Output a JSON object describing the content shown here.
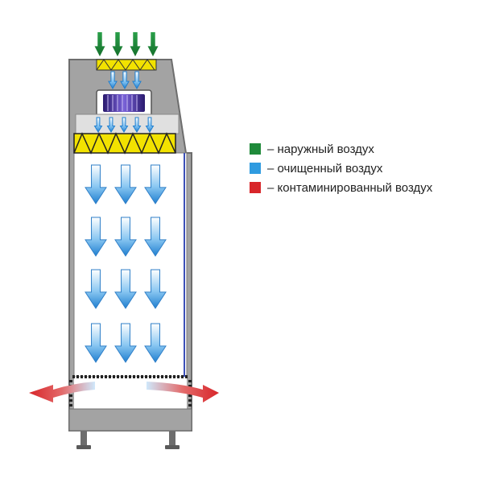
{
  "legend": [
    {
      "label": "– наружный воздух",
      "color": "#1f8a3a"
    },
    {
      "label": "– очищенный воздух",
      "color": "#2f9be0"
    },
    {
      "label": "– контаминированный воздух",
      "color": "#d8262a"
    }
  ],
  "colors": {
    "outside_air": "#1f8a3a",
    "clean_air": "#2f9be0",
    "contaminated_air": "#d8262a",
    "cabinet_body": "#a3a3a3",
    "filter_yellow": "#f2e200",
    "fan_purple": "#4b2fa0"
  },
  "icons": {
    "outside_air_arrow": "arrow-down-icon",
    "clean_air_arrow": "arrow-down-icon",
    "exhaust_arrow": "curved-arrow-icon",
    "fan": "fan-icon",
    "filter": "hepa-filter-icon"
  }
}
